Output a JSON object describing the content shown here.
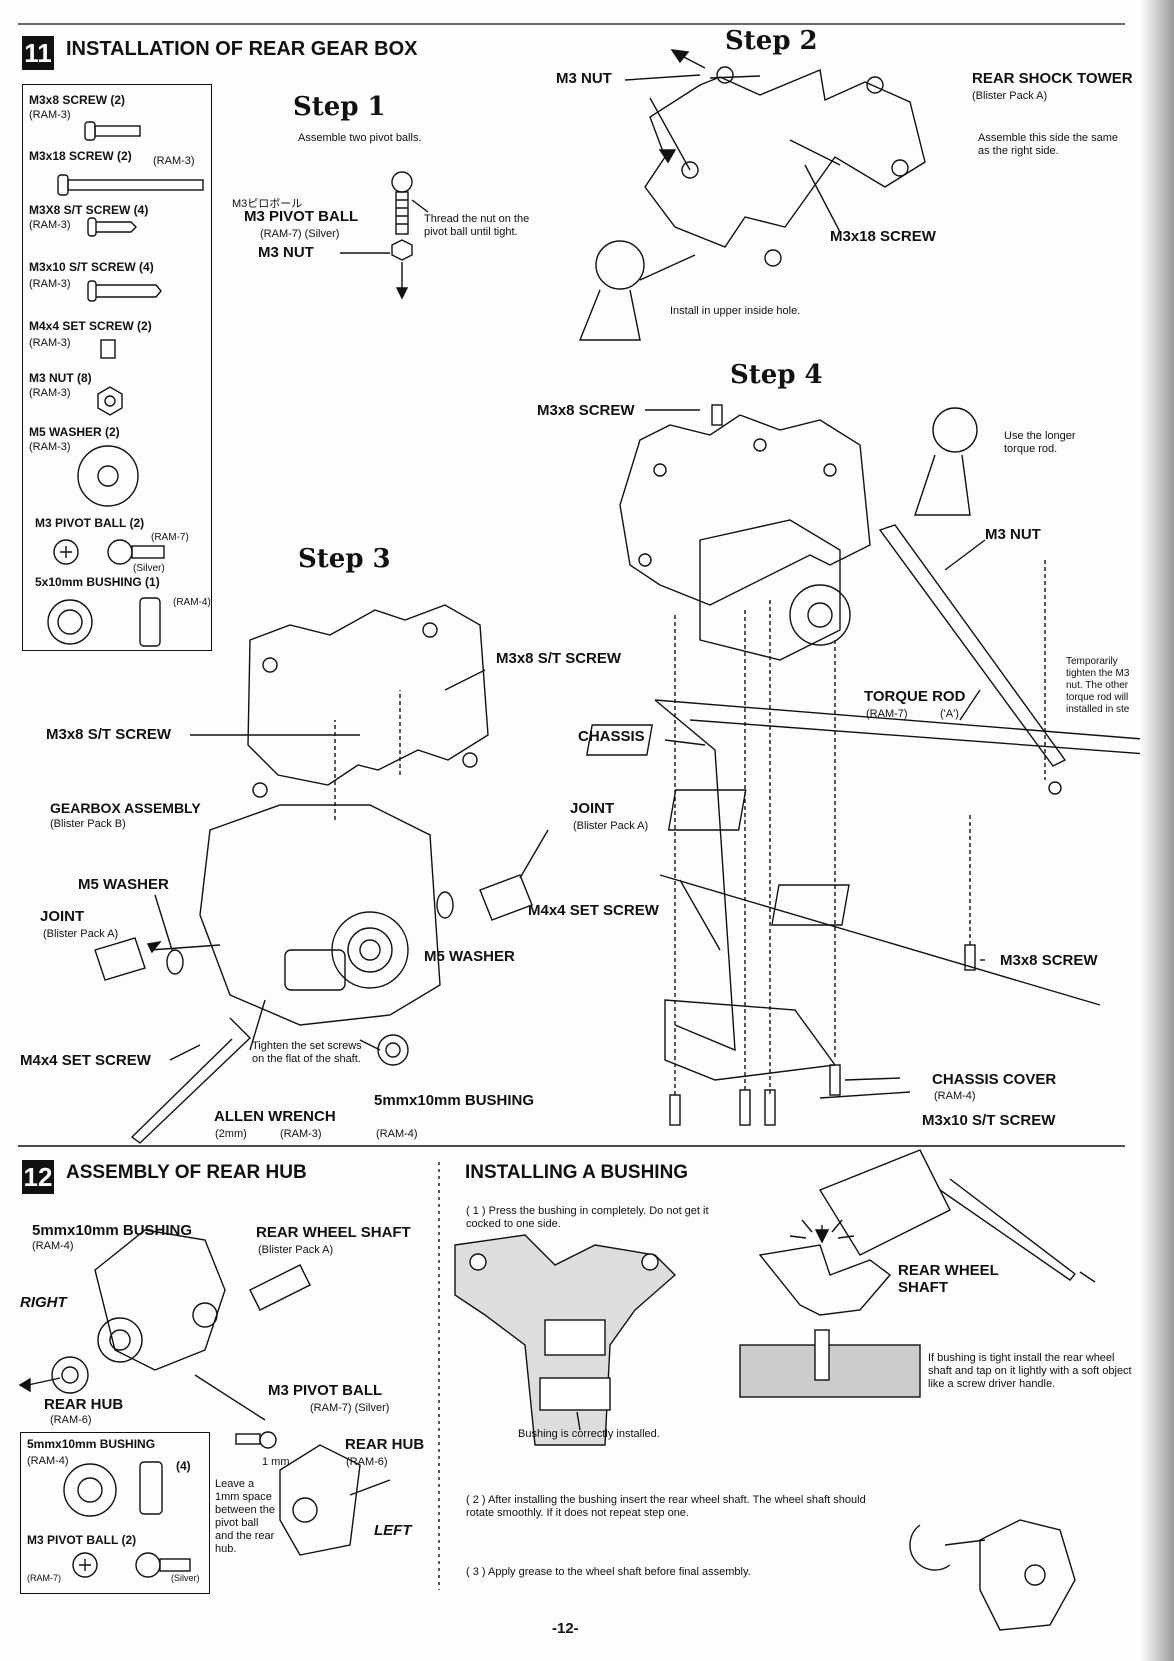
{
  "section11": {
    "number": "11",
    "title": "INSTALLATION OF REAR GEAR BOX",
    "parts": [
      {
        "name": "M3x8 SCREW (2)",
        "code": "(RAM-3)"
      },
      {
        "name": "M3x18 SCREW (2)",
        "code": "(RAM-3)"
      },
      {
        "name": "M3X8 S/T SCREW (4)",
        "code": "(RAM-3)"
      },
      {
        "name": "M3x10 S/T SCREW (4)",
        "code": "(RAM-3)"
      },
      {
        "name": "M4x4 SET SCREW (2)",
        "code": "(RAM-3)"
      },
      {
        "name": "M3 NUT (8)",
        "code": "(RAM-3)"
      },
      {
        "name": "M5 WASHER (2)",
        "code": "(RAM-3)"
      },
      {
        "name": "M3 PIVOT BALL (2)",
        "code": "(RAM-7)",
        "extra": "(Silver)"
      },
      {
        "name": "5x10mm BUSHING (1)",
        "code": "(RAM-4)"
      }
    ],
    "step1": {
      "title": "Step 1",
      "subtitle": "Assemble two pivot balls.",
      "jp": "M3ピロボール",
      "ball": "M3 PIVOT BALL",
      "ball_code": "(RAM-7) (Silver)",
      "nut": "M3 NUT",
      "note": "Thread the nut on the pivot ball until tight."
    },
    "step2": {
      "title": "Step 2",
      "nut": "M3 NUT",
      "tower": "REAR SHOCK TOWER",
      "tower_code": "(Blister Pack A)",
      "note": "Assemble this side the same as the right side.",
      "screw": "M3x18 SCREW",
      "tip": "Install in upper inside hole."
    },
    "step3": {
      "title": "Step 3",
      "st_screw_a": "M3x8 S/T SCREW",
      "st_screw_b": "M3x8 S/T SCREW",
      "gearbox": "GEARBOX ASSEMBLY",
      "gearbox_code": "(Blister Pack B)",
      "joint_r": "JOINT",
      "joint_r_code": "(Blister Pack A)",
      "washer_l": "M5 WASHER",
      "joint_l": "JOINT",
      "joint_l_code": "(Blister Pack A)",
      "set_screw_r": "M4x4 SET SCREW",
      "washer_r": "M5 WASHER",
      "set_screw_l": "M4x4 SET SCREW",
      "tighten": "Tighten the set screws on the flat of the shaft.",
      "wrench": "ALLEN WRENCH",
      "wrench_size": "(2mm)",
      "wrench_code": "(RAM-3)",
      "bushing": "5mmx10mm BUSHING",
      "bushing_code": "(RAM-4)"
    },
    "step4": {
      "title": "Step 4",
      "screw_top": "M3x8 SCREW",
      "tip": "Use the longer torque rod.",
      "nut": "M3 NUT",
      "temp_note": "Temporarily tighten the M3 nut. The other torque rod will installed in ste",
      "torque_rod": "TORQUE ROD",
      "torque_code": "(RAM-7)",
      "torque_mark": "('A')",
      "chassis": "CHASSIS",
      "screw_bottom": "M3x8 SCREW",
      "cover": "CHASSIS COVER",
      "cover_code": "(RAM-4)",
      "st_screw": "M3x10 S/T SCREW"
    }
  },
  "section12": {
    "number": "12",
    "title": "ASSEMBLY OF REAR HUB",
    "bushing": "5mmx10mm BUSHING",
    "bushing_code": "(RAM-4)",
    "shaft": "REAR WHEEL SHAFT",
    "shaft_code": "(Blister Pack A)",
    "right": "RIGHT",
    "hub": "REAR HUB",
    "hub_code": "(RAM-6)",
    "pivot": "M3 PIVOT BALL",
    "pivot_code": "(RAM-7) (Silver)",
    "hub2": "REAR HUB",
    "hub2_code": "(RAM-6)",
    "left": "LEFT",
    "gap": "1 mm",
    "leave_note": "Leave a 1mm space between the pivot ball and the rear hub.",
    "parts": [
      {
        "name": "5mmx10mm BUSHING",
        "code": "(RAM-4)",
        "qty": "(4)"
      },
      {
        "name": "M3 PIVOT BALL (2)",
        "code": "(RAM-7)",
        "extra": "(Silver)"
      }
    ]
  },
  "bushing_install": {
    "title": "INSTALLING A BUSHING",
    "step1": "( 1 )  Press the bushing in completely. Do not get it cocked to one side.",
    "correct": "Bushing is correctly installed.",
    "shaft": "REAR WHEEL SHAFT",
    "tight_note": "If bushing is tight install the rear wheel shaft and tap on it lightly with a soft object like a screw driver handle.",
    "step2": "( 2 )  After installing the bushing insert the rear wheel shaft. The wheel shaft should rotate smoothly. If it does not repeat step one.",
    "step3": "( 3 )  Apply grease to the wheel shaft before final assembly."
  },
  "page_number": "-12-"
}
